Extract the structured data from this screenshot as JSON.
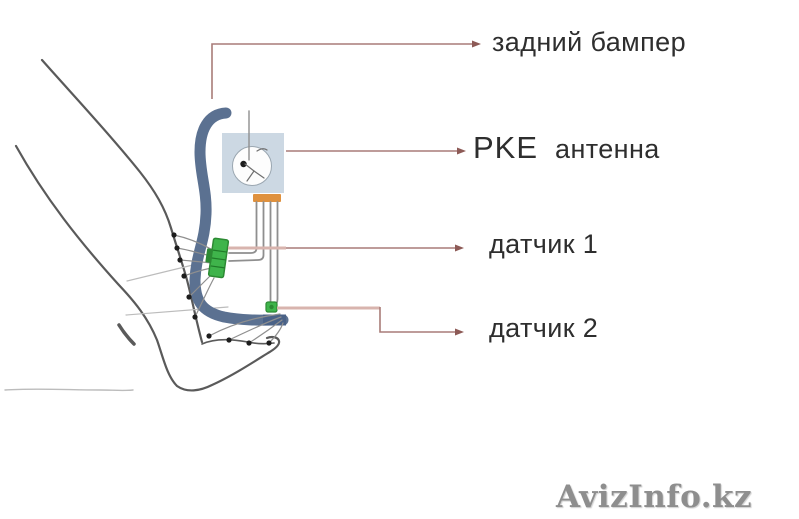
{
  "diagram": {
    "labels": {
      "rear_bumper": "задний бампер",
      "pke": "PKE",
      "antenna": "антенна",
      "sensor1": "датчик 1",
      "sensor2": "датчик 2"
    },
    "watermark": "AvizInfo.kz",
    "colors": {
      "bumper": "#5b7191",
      "bumper_end": "#4a6287",
      "pke_box": "#ccd8e3",
      "connector": "#df913e",
      "sensor_green": "#3fb44b",
      "sensor_green_dark": "#2c8a33",
      "callout": "#a87c78",
      "callout_light": "#d8b4ae",
      "arrow": "#8d5a56",
      "sketch": "#5a5a5a",
      "sketch_light": "#bcbcbc",
      "wire": "#8f8f8f",
      "text": "#2e2e2e",
      "watermark": "#8e8e8e"
    }
  }
}
